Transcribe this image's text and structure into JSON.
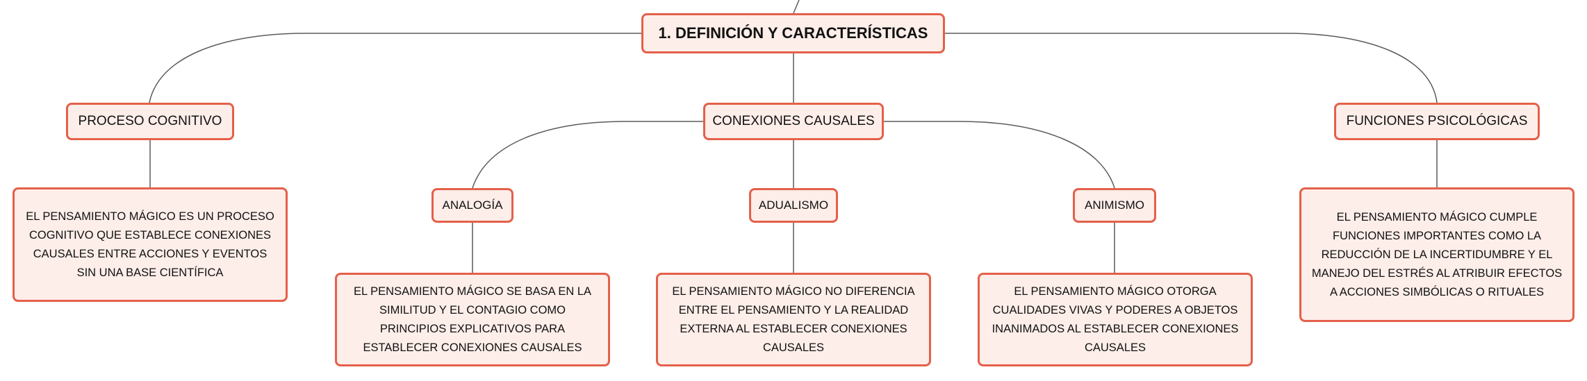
{
  "colors": {
    "node_fill": "#fdeee9",
    "node_border": "#e4604a",
    "connector": "#5a5a5a"
  },
  "root": {
    "label": "1. DEFINICIÓN Y CARACTERÍSTICAS"
  },
  "topics": {
    "proceso": {
      "label": "PROCESO COGNITIVO",
      "description": "EL PENSAMIENTO MÁGICO ES UN PROCESO COGNITIVO QUE ESTABLECE CONEXIONES CAUSALES ENTRE ACCIONES Y EVENTOS SIN UNA BASE CIENTÍFICA"
    },
    "conexiones": {
      "label": "CONEXIONES CAUSALES",
      "subtopics": {
        "analogia": {
          "label": "ANALOGÍA",
          "description": "EL PENSAMIENTO MÁGICO SE BASA EN LA SIMILITUD Y EL CONTAGIO COMO PRINCIPIOS EXPLICATIVOS PARA ESTABLECER CONEXIONES CAUSALES"
        },
        "adualismo": {
          "label": "ADUALISMO",
          "description": "EL PENSAMIENTO MÁGICO NO DIFERENCIA ENTRE EL PENSAMIENTO Y LA REALIDAD EXTERNA AL ESTABLECER CONEXIONES CAUSALES"
        },
        "animismo": {
          "label": "ANIMISMO",
          "description": "EL PENSAMIENTO MÁGICO OTORGA CUALIDADES VIVAS Y PODERES A OBJETOS INANIMADOS AL ESTABLECER CONEXIONES CAUSALES"
        }
      }
    },
    "funciones": {
      "label": "FUNCIONES PSICOLÓGICAS",
      "description": "EL PENSAMIENTO MÁGICO CUMPLE FUNCIONES IMPORTANTES COMO LA REDUCCIÓN DE LA INCERTIDUMBRE Y EL MANEJO DEL ESTRÉS AL ATRIBUIR EFECTOS A ACCIONES SIMBÓLICAS O RITUALES"
    }
  }
}
